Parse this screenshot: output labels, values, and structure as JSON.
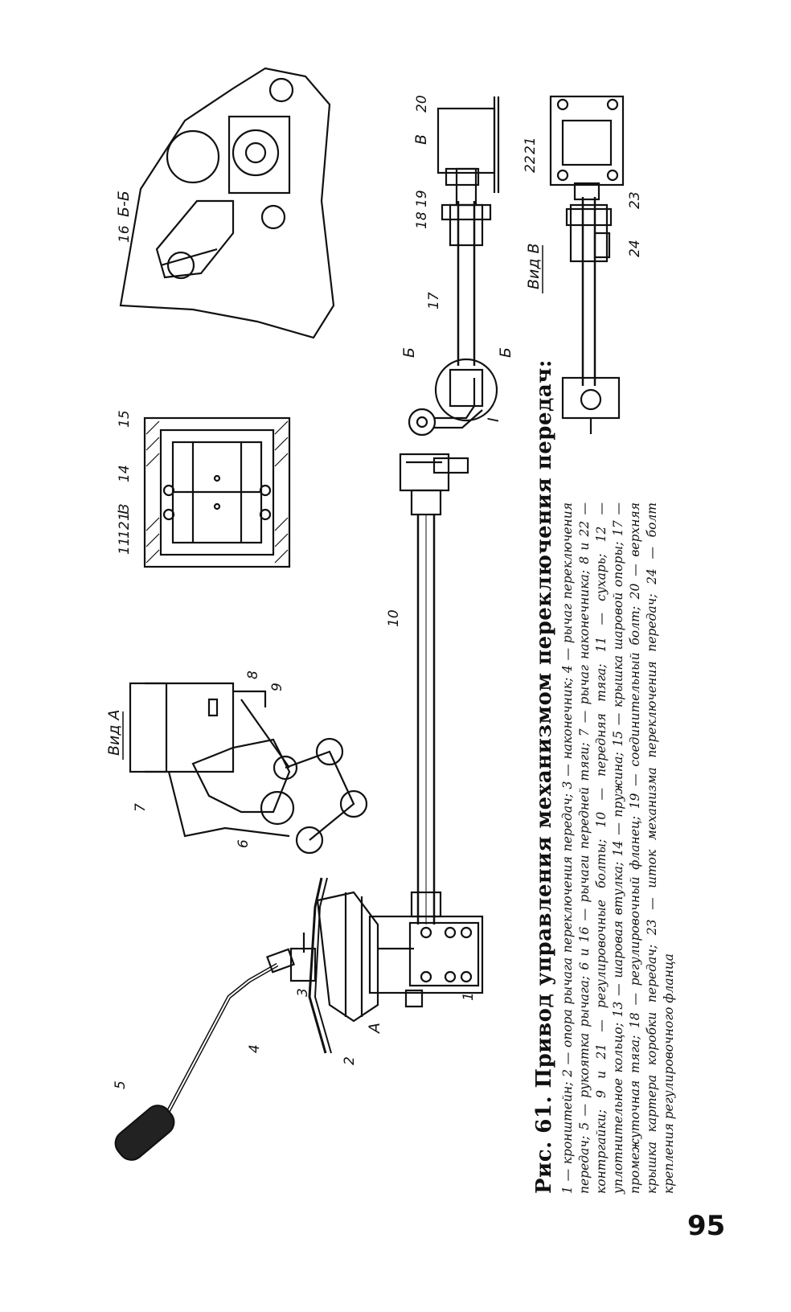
{
  "page_number": "95",
  "caption": {
    "title": "Рис. 61. Привод управления механизмом переключения передач:",
    "legend": "1 — кронштейн; 2 — опора рычага переключения передач; 3 — наконечник; 4 — рычаг переключения передач; 5 — рукоятка рычага; 6 и 16 — рычаги передней тяги; 7 — рычаг наконечника; 8 и 22 — контргайки; 9 и 21 — регулировочные болты; 10 — передняя тяга; 11 — сухарь; 12 — уплотнительное кольцо; 13 — шаровая втулка; 14 — пружина; 15 — крышка шаровой опоры; 17 — промежуточная тяга; 18 — регулировочный фланец; 19 — соединительный болт; 20 — верхняя крышка картера коробки передач; 23 — шток механизма переключения передач; 24 — болт крепления регулировочного фланца"
  },
  "views": {
    "view_a": "Вид А",
    "view_v": "Вид В",
    "section_bb": "Б-Б",
    "detail_i": "I",
    "arrow_a": "А",
    "arrow_v": "В",
    "cut_b1": "Б",
    "cut_b2": "Б"
  },
  "callouts": {
    "n1": "1",
    "n2": "2",
    "n3": "3",
    "n4": "4",
    "n5": "5",
    "n6": "6",
    "n7": "7",
    "n8": "8",
    "n9": "9",
    "n10": "10",
    "n11": "11",
    "n12": "12",
    "n13": "13",
    "n14": "14",
    "n15": "15",
    "n16": "16",
    "n17": "17",
    "n18": "18",
    "n19": "19",
    "n20": "20",
    "n21": "21",
    "n22": "22",
    "n23": "23",
    "n24": "24"
  }
}
